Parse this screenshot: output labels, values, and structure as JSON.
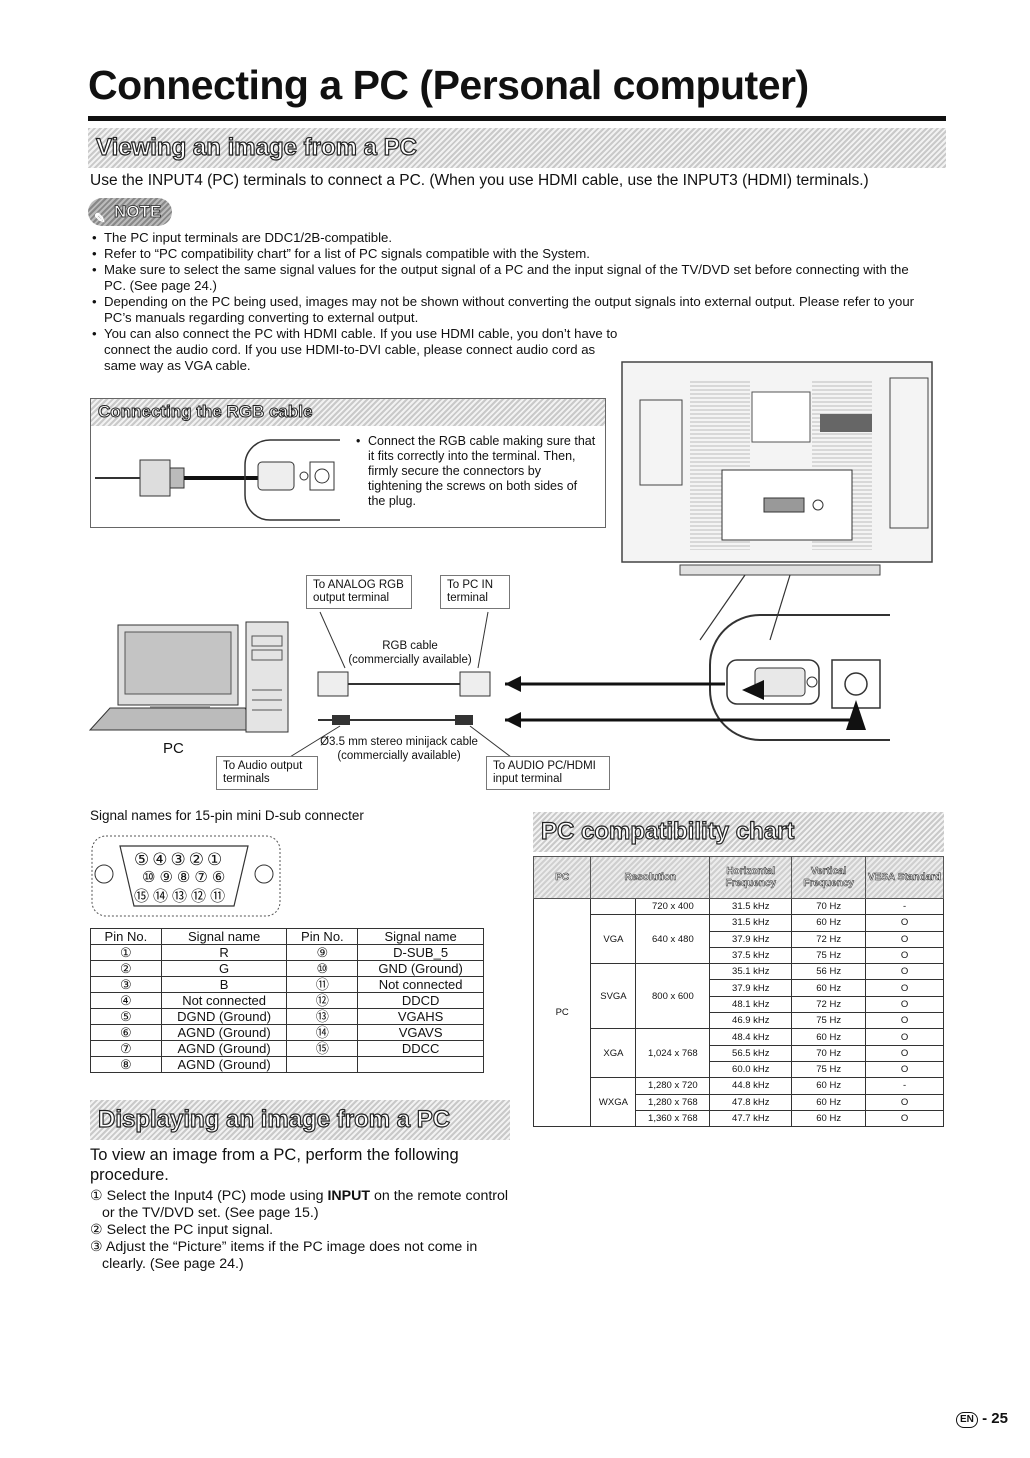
{
  "page": {
    "title": "Connecting a PC (Personal computer)",
    "number_prefix": "EN",
    "number": "- 25"
  },
  "viewing": {
    "heading": "Viewing an image from a PC",
    "intro": "Use the INPUT4 (PC) terminals to connect a PC. (When you use HDMI cable, use the INPUT3 (HDMI) terminals.)",
    "note_label": "NOTE",
    "notes": [
      "The PC input terminals are DDC1/2B-compatible.",
      "Refer to “PC compatibility chart” for a list of PC signals compatible with the System.",
      "Make sure to select the same signal values for the output signal of a PC and the input signal of the TV/DVD set before connecting with the PC. (See page 24.)",
      "Depending on the PC being used, images may not be shown without converting the output signals into external output. Please refer to your PC’s manuals regarding converting to external output.",
      "You can also connect the PC with HDMI cable. If you use HDMI cable, you don’t have to connect the audio cord. If you use HDMI-to-DVI cable, please connect audio cord as same way as VGA cable."
    ]
  },
  "rgb_cable": {
    "heading": "Connecting the RGB cable",
    "text": "Connect the RGB cable making sure that it fits correctly into the terminal. Then, firmly secure the connectors by tightening the screws on both sides of the plug."
  },
  "diagram": {
    "to_analog_rgb": "To ANALOG RGB output terminal",
    "to_pc_in": "To PC IN terminal",
    "rgb_cable": "RGB cable",
    "rgb_cable_note": "(commercially available)",
    "minijack": "Ø3.5 mm stereo minijack cable",
    "minijack_note": "(commercially available)",
    "to_audio_output": "To Audio output terminals",
    "to_audio_pc_hdmi": "To AUDIO PC/HDMI input terminal",
    "pc": "PC"
  },
  "signal": {
    "caption": "Signal names for 15-pin mini D-sub connecter",
    "connector_top": [
      "⑤",
      "④",
      "③",
      "②",
      "①"
    ],
    "connector_mid": [
      "⑩",
      "⑨",
      "⑧",
      "⑦",
      "⑥"
    ],
    "connector_bot": [
      "⑮",
      "⑭",
      "⑬",
      "⑫",
      "⑪"
    ],
    "headers": [
      "Pin No.",
      "Signal name",
      "Pin No.",
      "Signal name"
    ],
    "rows": [
      [
        "①",
        "R",
        "⑨",
        "D-SUB_5"
      ],
      [
        "②",
        "G",
        "⑩",
        "GND (Ground)"
      ],
      [
        "③",
        "B",
        "⑪",
        "Not connected"
      ],
      [
        "④",
        "Not connected",
        "⑫",
        "DDCD"
      ],
      [
        "⑤",
        "DGND (Ground)",
        "⑬",
        "VGAHS"
      ],
      [
        "⑥",
        "AGND (Ground)",
        "⑭",
        "VGAVS"
      ],
      [
        "⑦",
        "AGND (Ground)",
        "⑮",
        "DDCC"
      ],
      [
        "⑧",
        "AGND (Ground)",
        "",
        ""
      ]
    ]
  },
  "displaying": {
    "heading": "Displaying an image from a PC",
    "text": "To view an image from a PC, perform the following procedure.",
    "step1_pre": "① Select the Input4 (PC) mode using ",
    "step1_bold": "INPUT",
    "step1_post": " on the remote control or the TV/DVD set. (See page 15.)",
    "step2": "② Select the PC input signal.",
    "step3": "③ Adjust the “Picture” items if the PC image does not come in clearly. (See page 24.)"
  },
  "compat": {
    "heading": "PC compatibility chart",
    "headers": [
      "PC",
      "Resolution",
      "Horizontal Frequency",
      "Vertical Frequency",
      "VESA Standard"
    ],
    "pc_label": "PC",
    "rows": [
      [
        "",
        "720 x 400",
        "31.5 kHz",
        "70 Hz",
        "-"
      ],
      [
        "VGA",
        "640 x 480",
        "31.5 kHz",
        "60 Hz",
        "O"
      ],
      [
        "",
        "",
        "37.9 kHz",
        "72 Hz",
        "O"
      ],
      [
        "",
        "",
        "37.5 kHz",
        "75 Hz",
        "O"
      ],
      [
        "SVGA",
        "800 x 600",
        "35.1 kHz",
        "56 Hz",
        "O"
      ],
      [
        "",
        "",
        "37.9 kHz",
        "60 Hz",
        "O"
      ],
      [
        "",
        "",
        "48.1 kHz",
        "72 Hz",
        "O"
      ],
      [
        "",
        "",
        "46.9 kHz",
        "75 Hz",
        "O"
      ],
      [
        "XGA",
        "1,024 x 768",
        "48.4 kHz",
        "60 Hz",
        "O"
      ],
      [
        "",
        "",
        "56.5 kHz",
        "70 Hz",
        "O"
      ],
      [
        "",
        "",
        "60.0 kHz",
        "75 Hz",
        "O"
      ],
      [
        "WXGA",
        "1,280 x 720",
        "44.8 kHz",
        "60 Hz",
        "-"
      ],
      [
        "",
        "1,280 x 768",
        "47.8 kHz",
        "60 Hz",
        "O"
      ],
      [
        "",
        "1,360 x 768",
        "47.7 kHz",
        "60 Hz",
        "O"
      ]
    ]
  }
}
